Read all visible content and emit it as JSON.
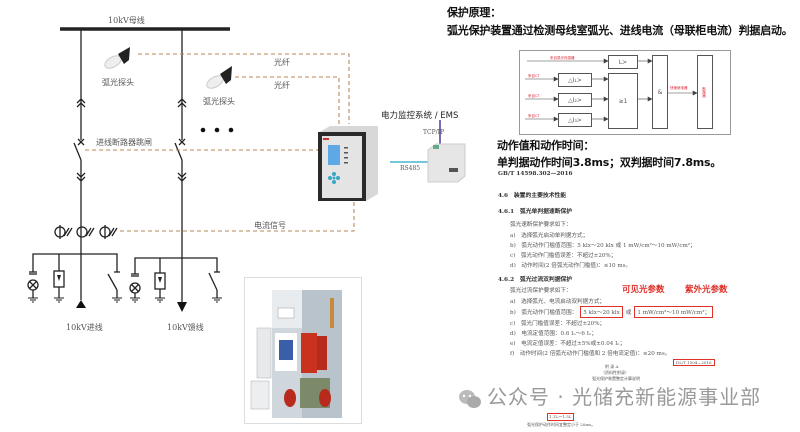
{
  "diagram": {
    "busbar_label": "10kV母线",
    "probe_label_1": "弧光探头",
    "probe_label_2": "弧光探头",
    "fiber_label_1": "光纤",
    "fiber_label_2": "光纤",
    "trip_label": "进线断路器跳闸",
    "current_signal_label": "电流信号",
    "incoming_label": "10kV进线",
    "feeder_label": "10kV馈线",
    "ems_label": "电力监控系统 / EMS",
    "tcpip_label": "TCP/IP",
    "rs485_label": "RS485"
  },
  "principle": {
    "title": "保护原理：",
    "description": "弧光保护装置通过检测母线室弧光、进线电流（母联柜电流）判据启动。",
    "block": {
      "arc_input": "来自弧光传感器",
      "ct_input_1": "来自CT",
      "ct_input_2": "来自CT",
      "ct_input_3": "来自CT",
      "light_block": "L>",
      "current_block_1": "△I₁>",
      "current_block_2": "△I₂>",
      "current_block_3": "△I₃>",
      "or_block": "≥1",
      "and_block": "&",
      "relay_label": "快速继电器",
      "breaker_block": "断路器"
    }
  },
  "timing": {
    "title": "动作值和动作时间：",
    "description": "单判据动作时间3.8ms；双判据时间7.8ms。"
  },
  "standard_doc": {
    "header": "GB/T 14598.302—2016",
    "s46": "4.6　装置的主要技术性能",
    "s461": "4.6.1　弧光单判据速断保护",
    "s461_intro": "弧光速断保护要求如下：",
    "s461_items": [
      "a)　选择弧光启动单判据方式；",
      "b)　弧光动作门槛值范围：5 klx～20 klx 或 1 mW/cm²～10 mW/cm²；",
      "c)　弧光动作门槛值误差：不超过±20%；",
      "d)　动作时间(2 倍弧光动作门槛值)：≤10 ms。"
    ],
    "s462": "4.6.2　弧光过流双判据保护",
    "s462_intro": "弧光过流保护要求如下：",
    "s462_items": [
      "a)　选择弧光、电流启动双判据方式；",
      "b)　弧光动作门槛值范围：",
      "c)　弧光门槛值误差：不超过±20%；",
      "d)　电流定值范围：0.6 Iₙ～6 Iₙ；",
      "e)　电流定值误差：不超过±5%或±0.04 Iₙ；",
      "f)　动作时间(2 倍弧光动作门槛值和 2 倍电流定值)：≤20 ms。"
    ],
    "visible_range": "5 klx～20 klx",
    "or_word": "或",
    "uv_range": "1 mW/cm²～10 mW/cm²；",
    "visible_annotation": "可见光参数",
    "uv_annotation": "紫外光参数",
    "dl_ref": "DL/T 1504—2016",
    "appendix_title": "附 录 A",
    "appendix_sub": "（资料性附录）",
    "appendix_line": "弧光保护装置整定计算说明",
    "appendix_range": "1.1Iₑ～1.5Iₑ",
    "appendix_last": "弧光保护动作时间宜整定小于 20ms。"
  },
  "watermark": {
    "text": "公众号 · 光储充新能源事业部"
  },
  "colors": {
    "fiber": "#b8895a",
    "rs485": "#4bb3d0",
    "tcpip": "#4a3a9a",
    "annotation": "#e0302a"
  }
}
